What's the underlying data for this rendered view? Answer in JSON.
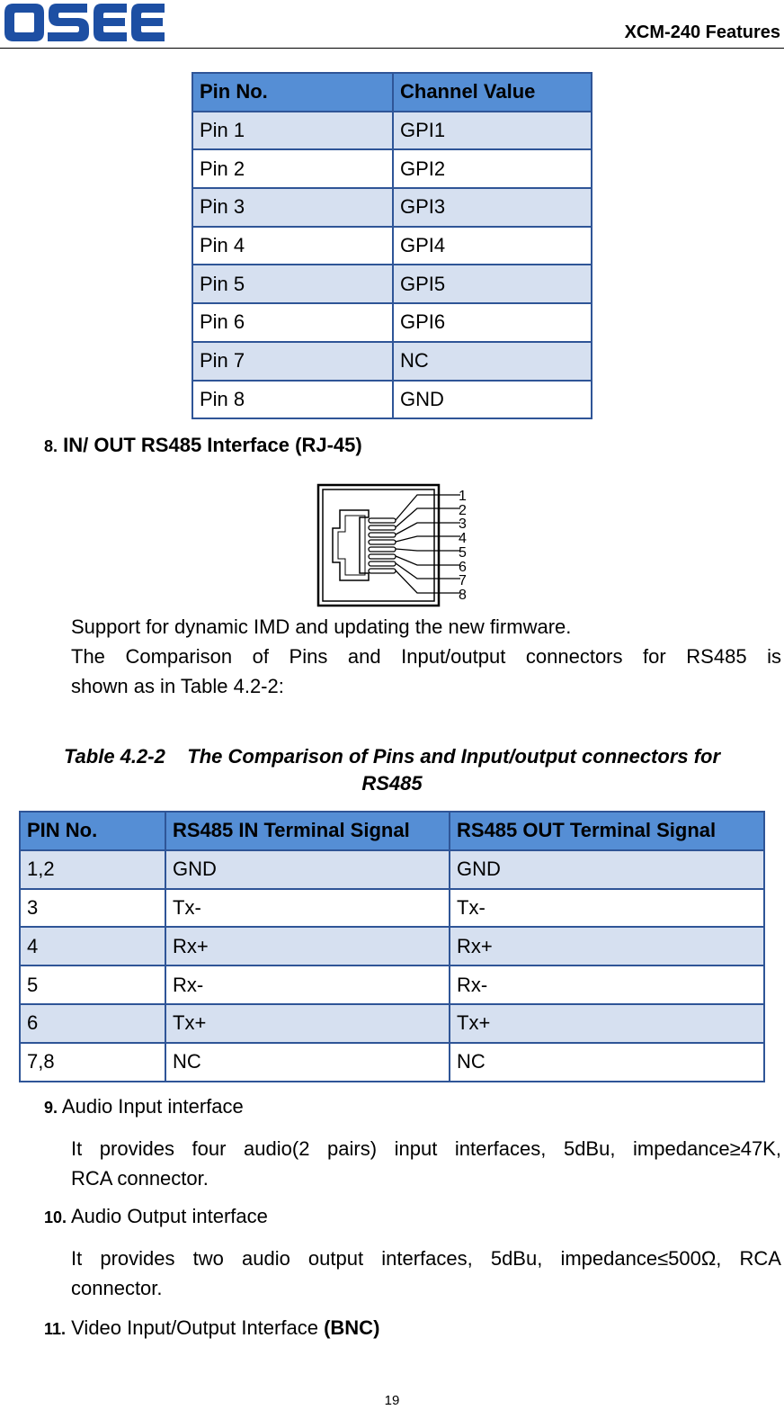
{
  "header": {
    "logo_text": "OSEE",
    "title": "XCM-240 Features",
    "colors": {
      "logo": "#1d4fa3",
      "rule": "#000000"
    }
  },
  "pin_table": {
    "columns": [
      "Pin No.",
      "Channel Value"
    ],
    "rows": [
      [
        "Pin 1",
        "GPI1"
      ],
      [
        "Pin 2",
        "GPI2"
      ],
      [
        "Pin 3",
        "GPI3"
      ],
      [
        "Pin 4",
        "GPI4"
      ],
      [
        "Pin 5",
        "GPI5"
      ],
      [
        "Pin 6",
        "GPI6"
      ],
      [
        "Pin 7",
        "NC"
      ],
      [
        "Pin 8",
        "GND"
      ]
    ]
  },
  "section8": {
    "number": "8.",
    "title": "IN/ OUT RS485 Interface (RJ-45)",
    "diagram_pins": [
      "1",
      "2",
      "3",
      "4",
      "5",
      "6",
      "7",
      "8"
    ],
    "para1": "Support for dynamic IMD and updating the new firmware.",
    "para2_line1": "The Comparison of Pins and Input/output connectors for RS485 is",
    "para2_line2": "shown as in Table 4.2-2:"
  },
  "table2_caption": {
    "line1": "Table 4.2-2    The Comparison of Pins and Input/output connectors for",
    "line2": "RS485"
  },
  "rs485_table": {
    "columns": [
      "PIN No.",
      "RS485 IN Terminal Signal",
      "RS485 OUT Terminal Signal"
    ],
    "rows": [
      [
        "1,2",
        "GND",
        "GND"
      ],
      [
        "3",
        "Tx-",
        "Tx-"
      ],
      [
        "4",
        "Rx+",
        "Rx+"
      ],
      [
        "5",
        "Rx-",
        "Rx-"
      ],
      [
        "6",
        "Tx+",
        "Tx+"
      ],
      [
        "7,8",
        "NC",
        "NC"
      ]
    ]
  },
  "section9": {
    "number": "9.",
    "title": "Audio Input interface",
    "line1": "It provides four audio(2 pairs) input interfaces, 5dBu, impedance≥47K,",
    "line2": "RCA connector."
  },
  "section10": {
    "number": "10.",
    "title": "Audio Output interface",
    "line1": "It provides two audio output interfaces, 5dBu, impedance≤500Ω, RCA",
    "line2": "connector."
  },
  "section11": {
    "number": "11.",
    "title": "Video Input/Output Interface",
    "title_bold": "(BNC)"
  },
  "page_number": "19",
  "colors": {
    "table_header": "#558ed5",
    "table_row_alt": "#d6e0f0",
    "table_border": "#2f5597"
  }
}
